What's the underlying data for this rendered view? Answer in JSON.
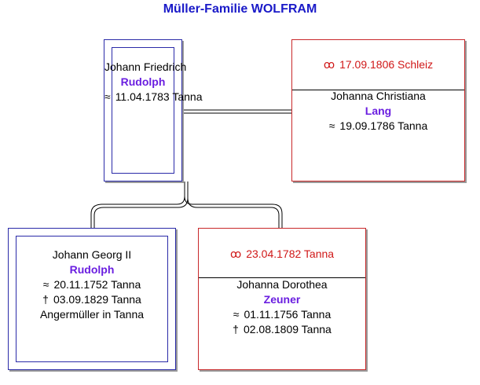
{
  "title": "Müller-Familie WOLFRAM",
  "father": {
    "given": "Johann Friedrich",
    "surname": "Rudolph",
    "birth_symbol": "≈",
    "birth": "11.04.1783 Tanna"
  },
  "mother": {
    "marriage_symbol": "ꝏ",
    "marriage": "17.09.1806 Schleiz",
    "given": "Johanna Christiana",
    "surname": "Lang",
    "birth_symbol": "≈",
    "birth": "19.09.1786 Tanna"
  },
  "grandfather": {
    "given": "Johann Georg II",
    "surname": "Rudolph",
    "birth_symbol": "≈",
    "birth": "20.11.1752 Tanna",
    "death_symbol": "†",
    "death": "03.09.1829 Tanna",
    "occupation": "Angermüller in Tanna"
  },
  "grandmother": {
    "marriage_symbol": "ꝏ",
    "marriage": "23.04.1782 Tanna",
    "given": "Johanna Dorothea",
    "surname": "Zeuner",
    "birth_symbol": "≈",
    "birth": "01.11.1756 Tanna",
    "death_symbol": "†",
    "death": "02.08.1809 Tanna"
  },
  "colors": {
    "title": "#1a1ac8",
    "male_border": "#2a2aa8",
    "female_border": "#c8282a",
    "surname": "#6a1ee0",
    "marriage": "#d01818"
  }
}
